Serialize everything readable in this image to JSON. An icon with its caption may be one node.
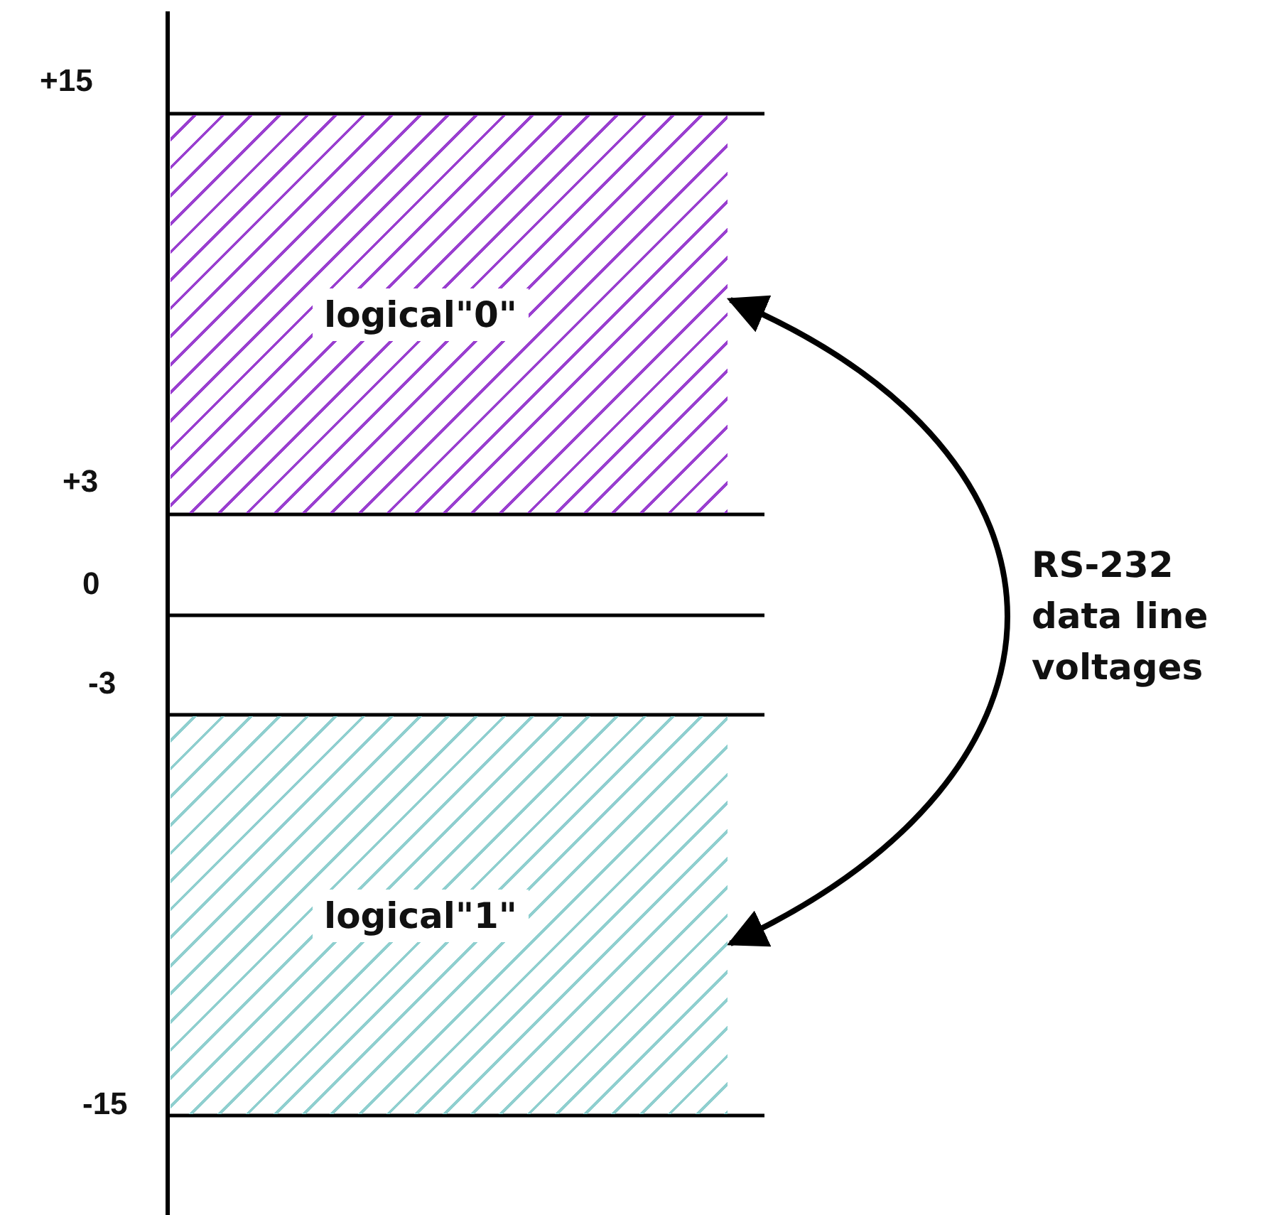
{
  "diagram": {
    "nodes": [
      {
        "text": [
          "logical\"0\""
        ]
      },
      {
        "text": [
          "logical\"1\""
        ]
      }
    ],
    "edges": [
      {
        "from": 0,
        "to": 1,
        "arrow": "both",
        "label": "RS-232 data line voltages"
      }
    ],
    "labels": [
      "+15",
      "+3",
      "0",
      "-3",
      "-15"
    ]
  }
}
